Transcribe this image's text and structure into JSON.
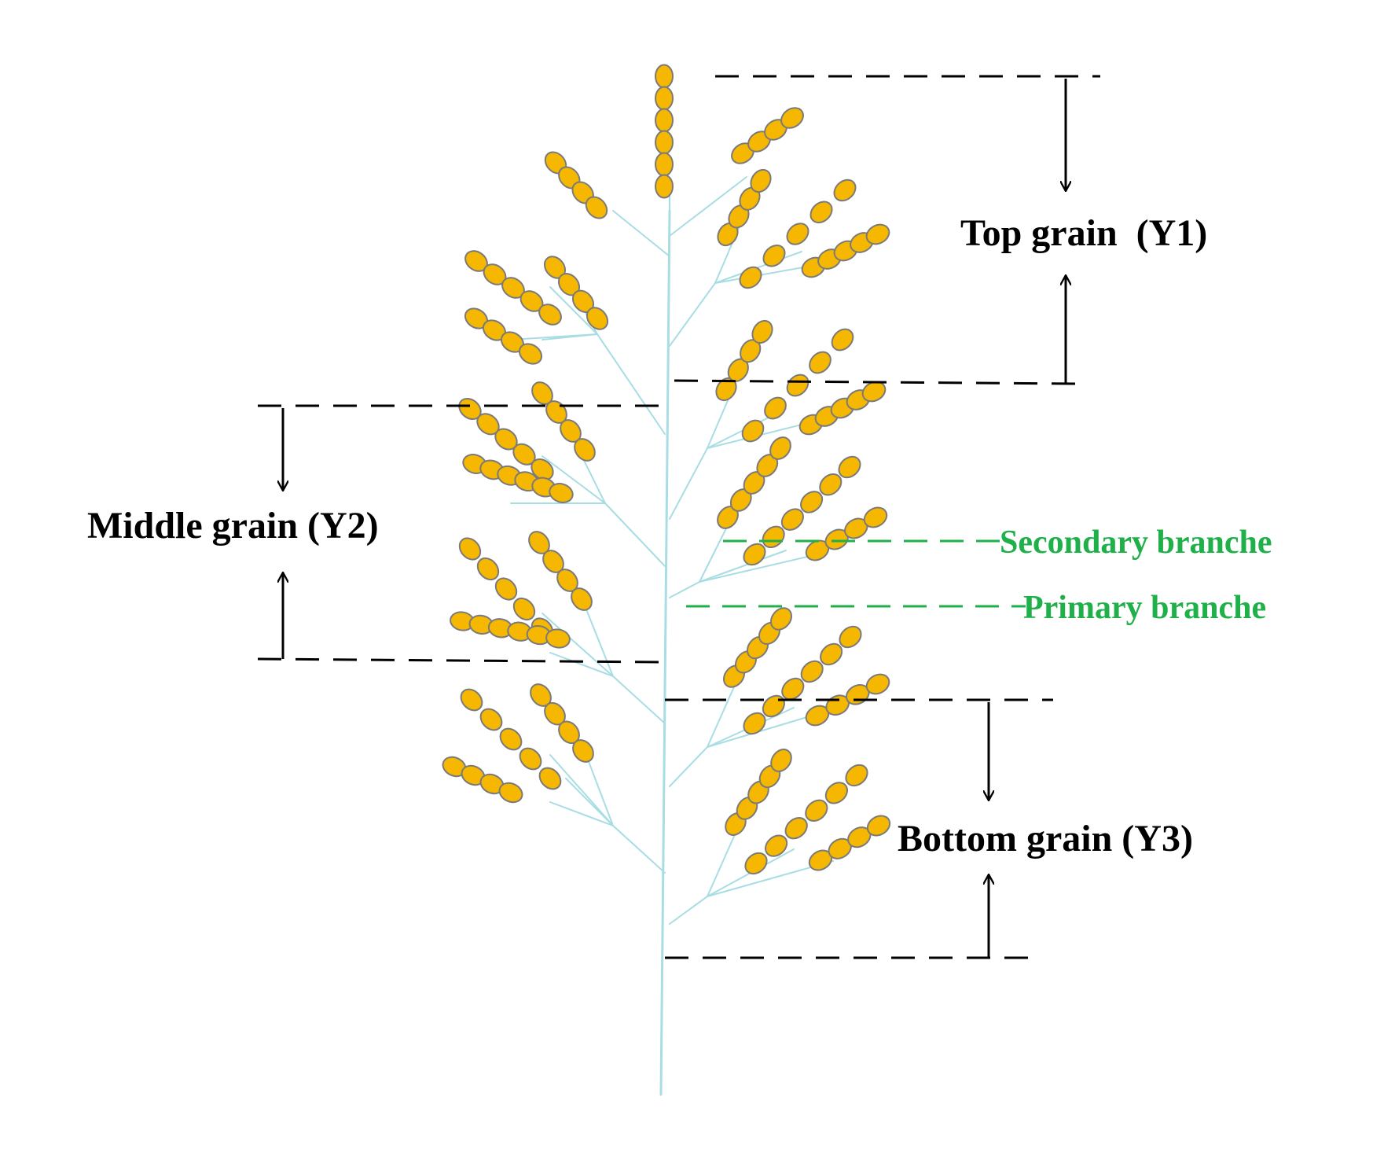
{
  "labels": {
    "top": "Top grain  (Y1)",
    "middle": "Middle grain (Y2)",
    "bottom": "Bottom grain (Y3)",
    "secondary": "Secondary branche",
    "primary": "Primary branche"
  },
  "colors": {
    "grain_fill": "#f5b700",
    "grain_stroke": "#7a7a7a",
    "stem": "#a8dde3",
    "guide_black": "#000000",
    "guide_green": "#1fb04a"
  }
}
